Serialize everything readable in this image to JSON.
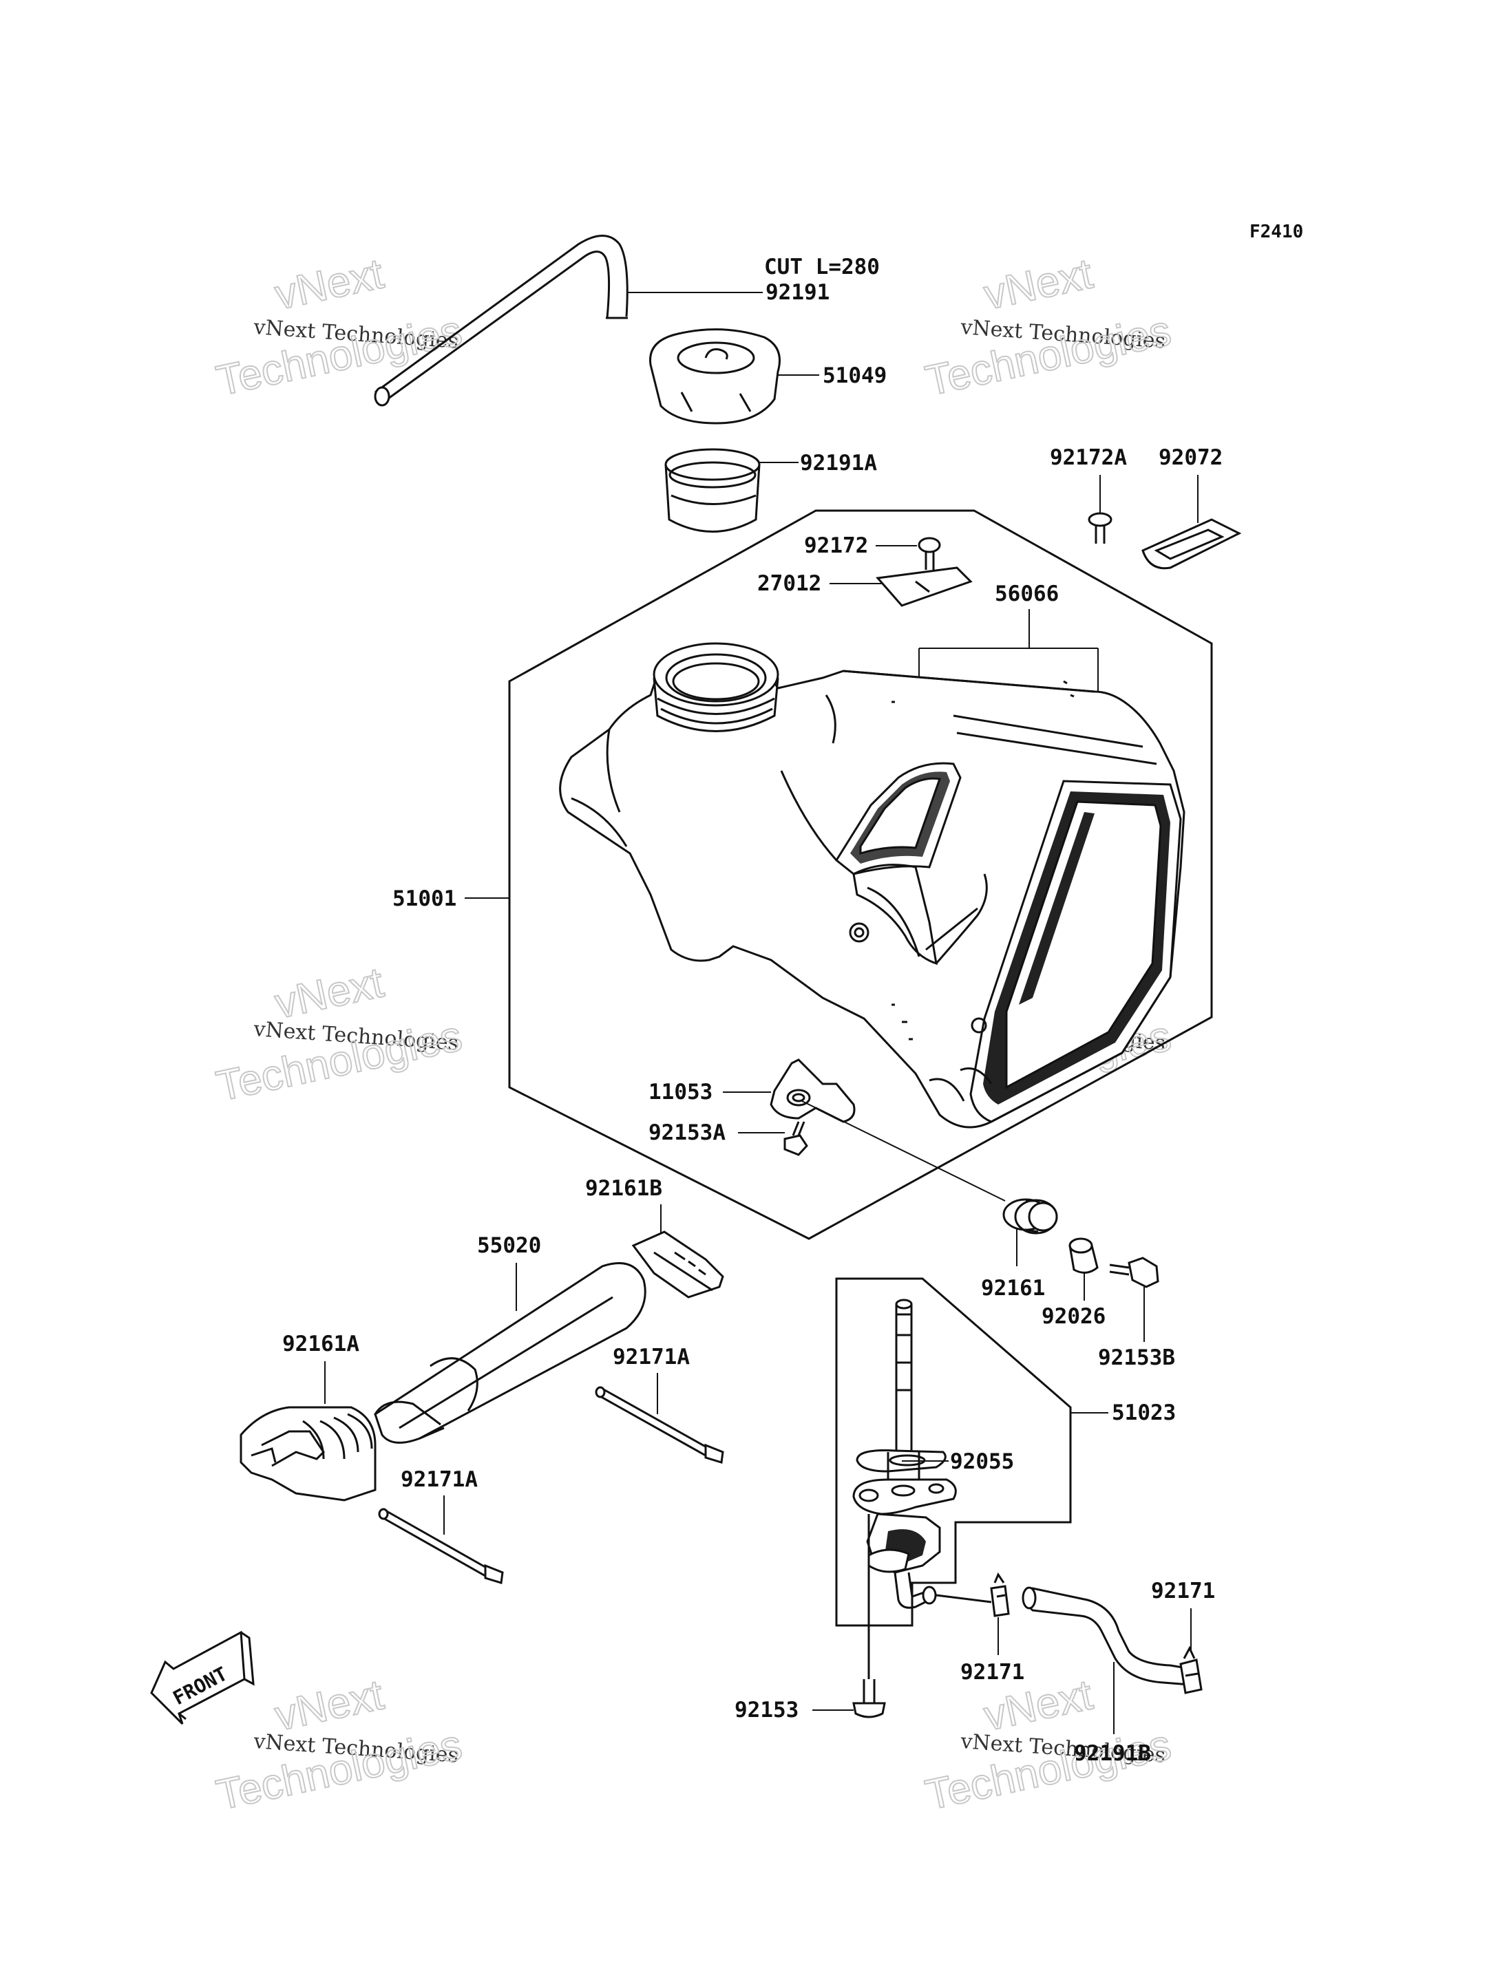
{
  "figure_code": "F2410",
  "cut_note": "CUT L=280",
  "watermark": {
    "line1": "vNext",
    "line2": "vNext Technologies",
    "line3": "Technologies"
  },
  "front_arrow": "FRONT",
  "part_labels": {
    "p92191": "92191",
    "p51049": "51049",
    "p92191A": "92191A",
    "p92172A": "92172A",
    "p92072": "92072",
    "p92172": "92172",
    "p27012": "27012",
    "p56066": "56066",
    "p51001": "51001",
    "p11053": "11053",
    "p92153A": "92153A",
    "p92161B": "92161B",
    "p55020": "55020",
    "p92161": "92161",
    "p92026": "92026",
    "p92153B": "92153B",
    "p92161A": "92161A",
    "p92171A_1": "92171A",
    "p51023": "51023",
    "p92055": "92055",
    "p92171A_2": "92171A",
    "p92171_1": "92171",
    "p92171_2": "92171",
    "p92153": "92153",
    "p92191B": "92191B"
  }
}
